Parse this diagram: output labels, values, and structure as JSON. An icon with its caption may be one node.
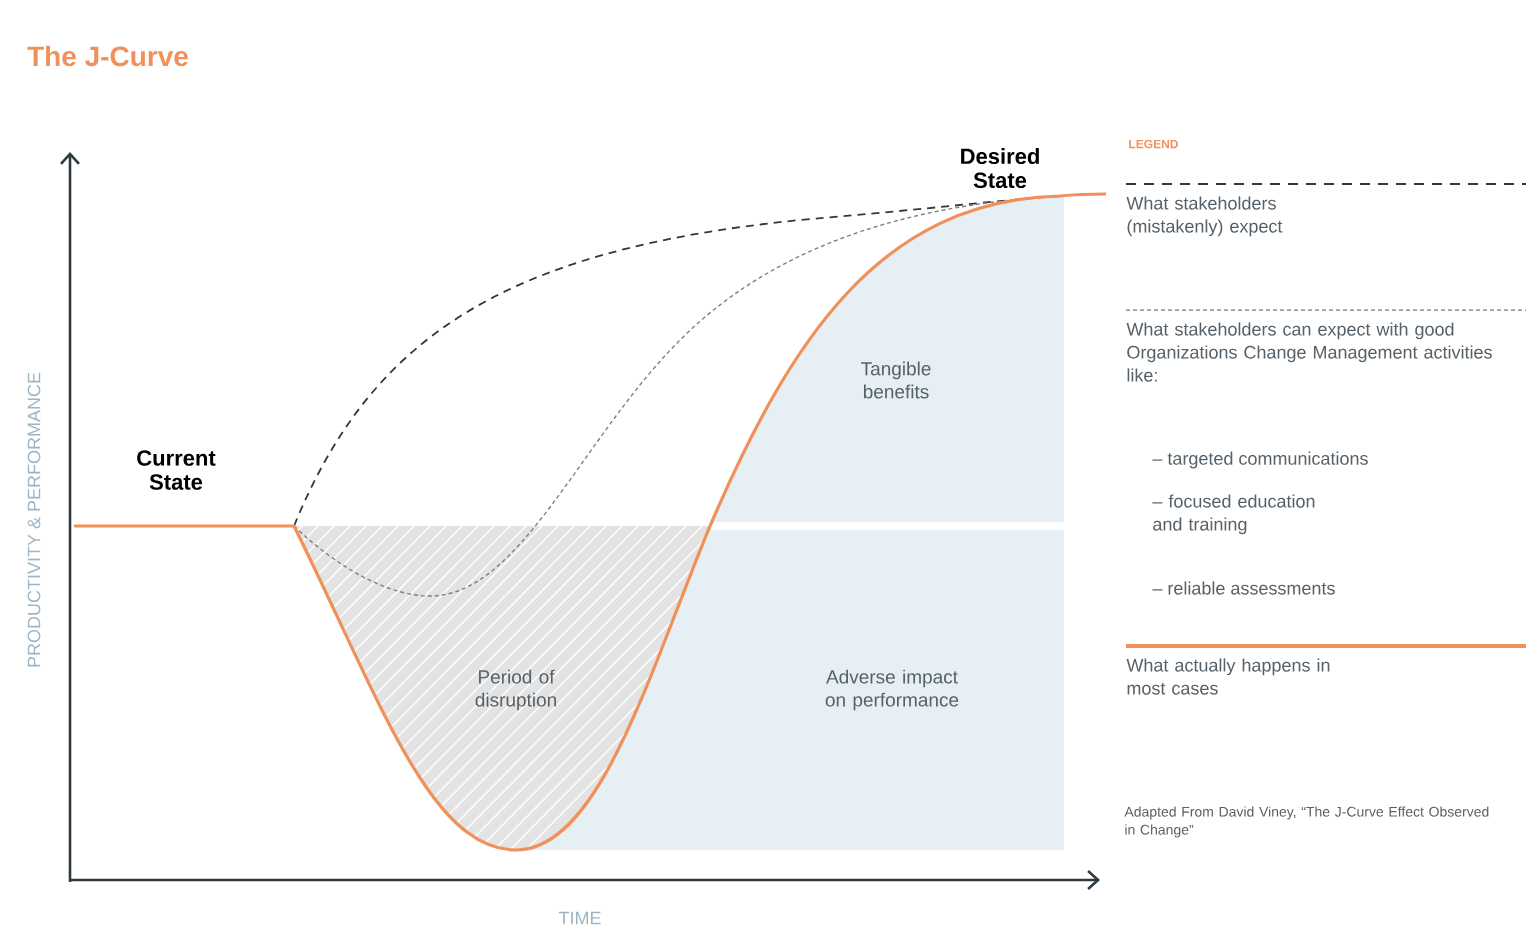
{
  "diagram": {
    "title": "The J-Curve",
    "nodes": [
      {
        "text": [
          "Tangible benefits"
        ]
      },
      {
        "text": [
          "Period of disruption"
        ]
      },
      {
        "text": [
          "Adverse impact on performance"
        ]
      }
    ],
    "labels": [
      "Desired State",
      "LEGEND",
      "Current State",
      "PRODUCTIVITY & PERFORMANCE",
      "– targeted communications",
      "– focused education and training",
      "– reliable assessments",
      "TIME",
      "Adapted From David Viney, “The J-Curve Effect Observed in Change”"
    ],
    "legend": [
      {
        "text": "What stakeholders (mistakenly) expect"
      },
      {
        "text": "What stakeholders can expect with good Organizations Change Management activities like:"
      },
      {
        "text": "What actually happens in most cases"
      }
    ]
  }
}
